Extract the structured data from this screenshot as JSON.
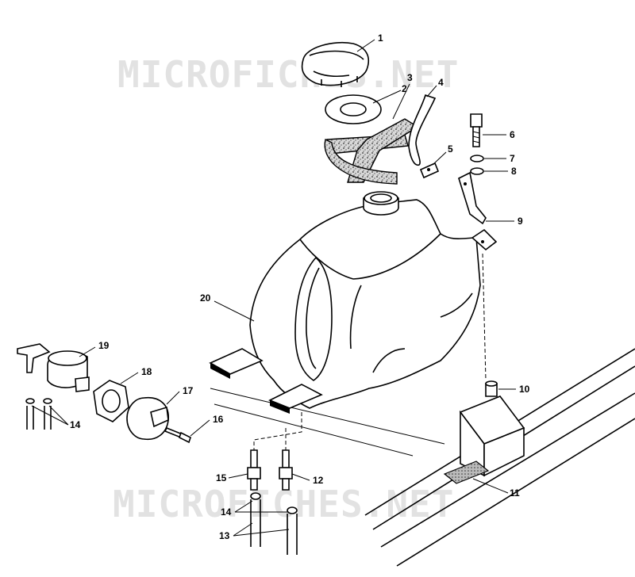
{
  "watermarks": [
    "MICROFICHES.NET",
    "MICROFICHES.NET"
  ],
  "callouts": [
    "1",
    "2",
    "3",
    "4",
    "5",
    "6",
    "7",
    "8",
    "9",
    "10",
    "11",
    "12",
    "13",
    "14",
    "14",
    "15",
    "16",
    "17",
    "18",
    "19",
    "20"
  ]
}
